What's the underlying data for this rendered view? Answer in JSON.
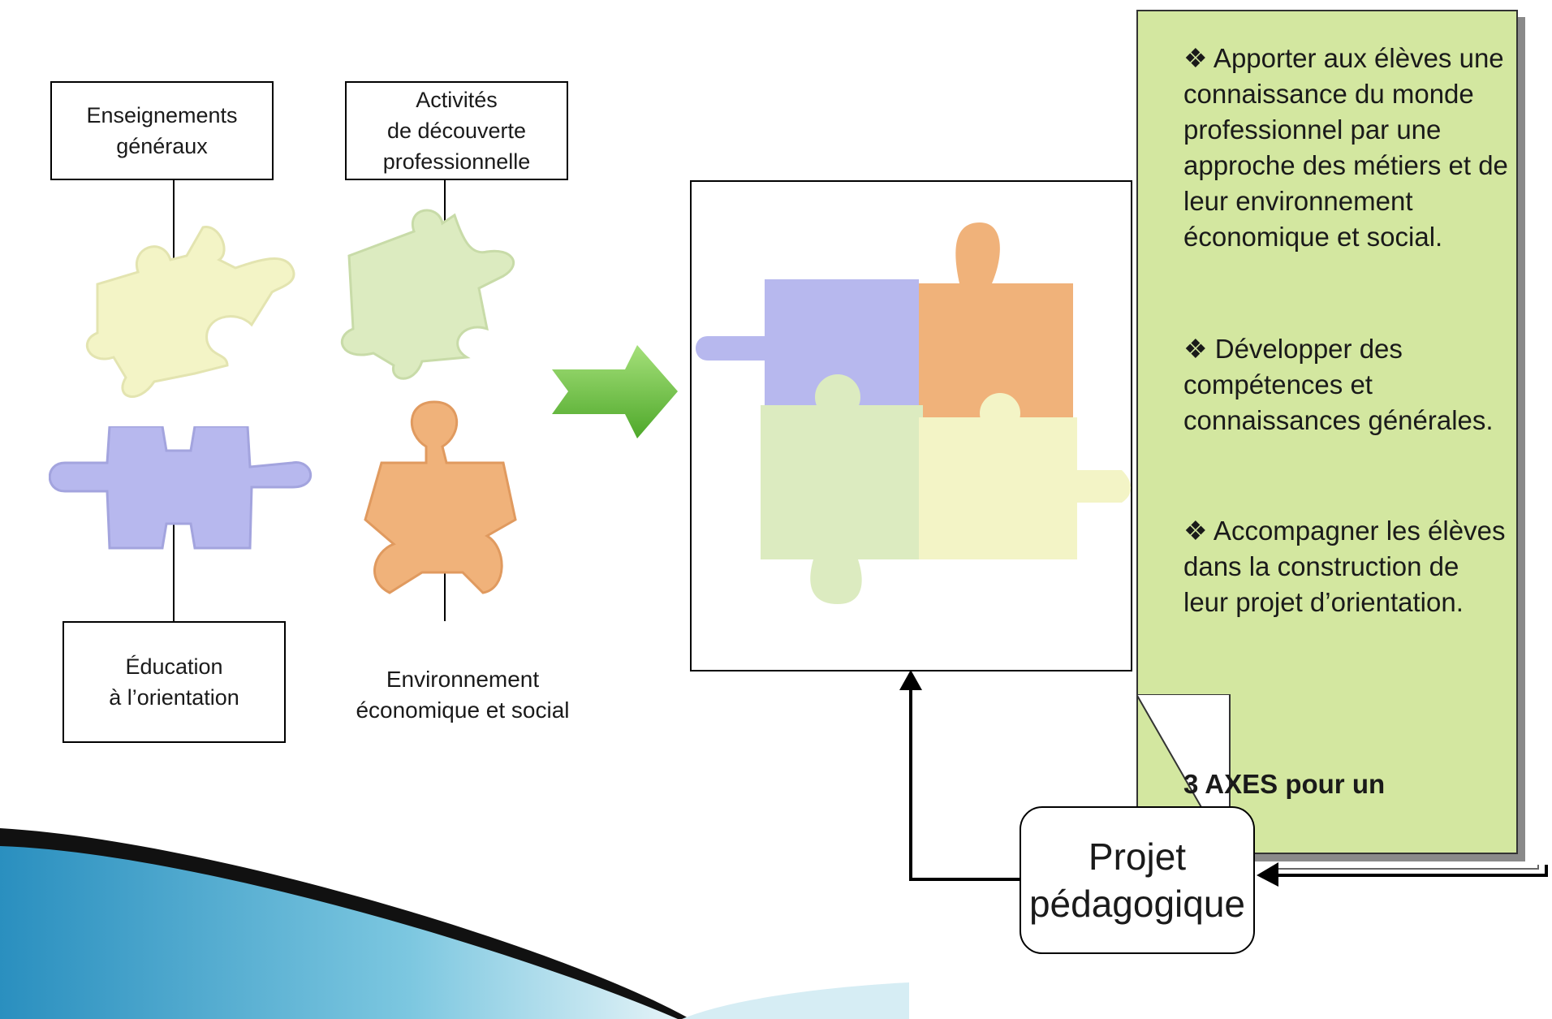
{
  "left_labels": {
    "enseignements": "Enseignements\ngénéraux",
    "activites": "Activités\nde découverte\nprofessionnelle",
    "education": "Éducation\nà l’orientation",
    "environnement": "Environnement\néconomique et social"
  },
  "note": {
    "axe1": "❖ Apporter aux élèves une connaissance du monde professionnel par une approche des métiers et de leur environnement économique et social.",
    "axe2": "❖ Développer des compétences et connaissances générales.",
    "axe3": "❖ Accompagner les élèves dans la construction de leur projet d’orientation.",
    "footer": "3 AXES pour un"
  },
  "projet_label": "Projet\npédagogique",
  "colors": {
    "yellow_piece": "#f3f4c6",
    "green_piece": "#dcebc0",
    "blue_piece": "#b7b8ee",
    "orange_piece": "#f0b27a",
    "note_bg": "#d3e7a0",
    "arrow_green": "#7ac943",
    "swoosh_blue": "#3aa0c9"
  },
  "icons": [
    "puzzle-piece-icon",
    "right-arrow-icon",
    "diamond-bullet-icon"
  ]
}
